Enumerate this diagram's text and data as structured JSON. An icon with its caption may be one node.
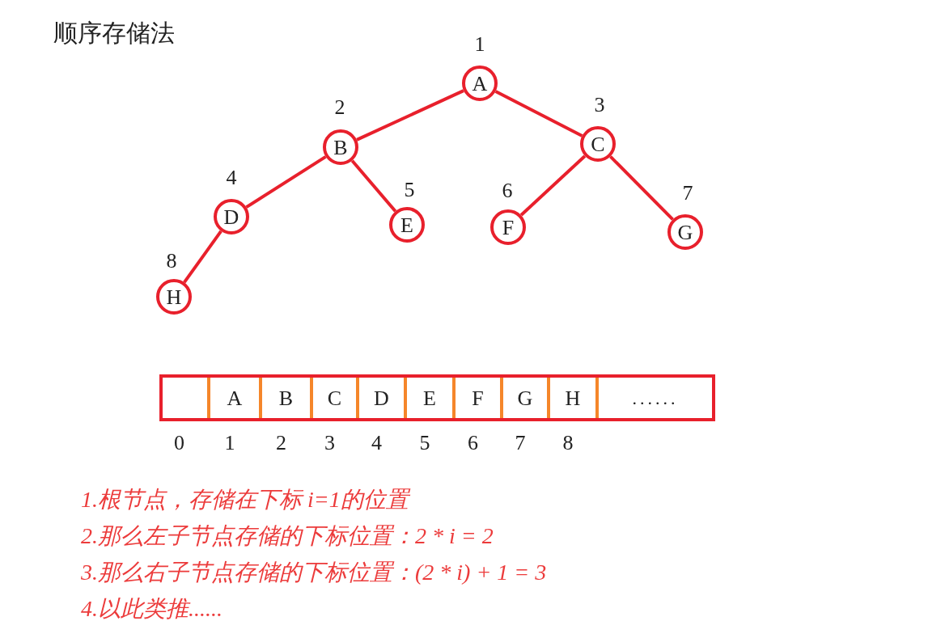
{
  "diagram": {
    "title": "顺序存储法",
    "nodes": [
      {
        "text": [
          "A"
        ],
        "beside": [
          "1"
        ]
      },
      {
        "text": [
          "B"
        ],
        "beside": [
          "2"
        ]
      },
      {
        "text": [
          "C"
        ],
        "beside": [
          "3"
        ]
      },
      {
        "text": [
          "D"
        ],
        "beside": [
          "4"
        ]
      },
      {
        "text": [
          "E"
        ],
        "beside": [
          "5"
        ]
      },
      {
        "text": [
          "F"
        ],
        "beside": [
          "6"
        ]
      },
      {
        "text": [
          "G"
        ],
        "beside": [
          "7"
        ]
      },
      {
        "text": [
          "H"
        ],
        "beside": [
          "8"
        ]
      },
      {
        "text": [],
        "shape": "box"
      },
      {
        "text": [],
        "shape": "box",
        "in": 8,
        "beside": [
          "0"
        ]
      },
      {
        "text": [
          "A"
        ],
        "in": 8,
        "beside": [
          "1"
        ]
      },
      {
        "text": [
          "B"
        ],
        "in": 8,
        "beside": [
          "2"
        ]
      },
      {
        "text": [
          "C"
        ],
        "in": 8,
        "beside": [
          "3"
        ]
      },
      {
        "text": [
          "D"
        ],
        "in": 8,
        "beside": [
          "4"
        ]
      },
      {
        "text": [
          "E"
        ],
        "in": 8,
        "beside": [
          "5"
        ]
      },
      {
        "text": [
          "F"
        ],
        "in": 8,
        "beside": [
          "6"
        ]
      },
      {
        "text": [
          "G"
        ],
        "in": 8,
        "beside": [
          "7"
        ]
      },
      {
        "text": [
          "H"
        ],
        "in": 8,
        "beside": [
          "8"
        ]
      },
      {
        "text": [
          "......"
        ],
        "in": 8
      }
    ],
    "edges": [
      {
        "from": 0,
        "to": 1,
        "arrow": "none"
      },
      {
        "from": 0,
        "to": 2,
        "arrow": "none"
      },
      {
        "from": 1,
        "to": 3,
        "arrow": "none"
      },
      {
        "from": 1,
        "to": 4,
        "arrow": "none"
      },
      {
        "from": 2,
        "to": 5,
        "arrow": "none"
      },
      {
        "from": 2,
        "to": 6,
        "arrow": "none"
      },
      {
        "from": 3,
        "to": 7,
        "arrow": "none"
      }
    ],
    "labels": [
      "1.根节点，存储在下标 i=1的位置",
      "2.那么左子节点存储的下标位置：2 * i = 2",
      "3.那么右子节点存储的下标位置：(2 * i) + 1 = 3",
      "4.以此类推......"
    ]
  }
}
